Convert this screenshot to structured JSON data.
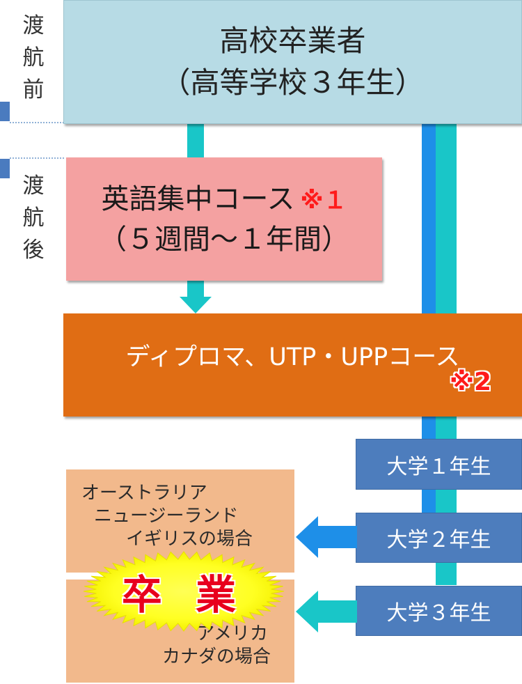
{
  "stages": {
    "before": [
      "渡",
      "航",
      "前"
    ],
    "after": [
      "渡",
      "航",
      "後"
    ]
  },
  "top_box": {
    "line1": "高校卒業者",
    "line2": "（高等学校３年生）"
  },
  "english_box": {
    "line1": "英語集中コース",
    "note": "※１",
    "line2": "（５週間〜１年間）"
  },
  "diploma_box": {
    "label": "ディプロマ、UTP・UPPコース",
    "note": "※2"
  },
  "university_years": [
    "大学１年生",
    "大学２年生",
    "大学３年生"
  ],
  "destinations": {
    "group1": [
      "オーストラリア",
      "ニュージーランド",
      "イギリスの場合"
    ],
    "group2": [
      "アメリカ",
      "カナダの場合"
    ]
  },
  "graduation_label": "卒 業",
  "colors": {
    "cyan_path": "#19c6c8",
    "blue_path": "#1e8fe8",
    "top_box": "#b7dbe5",
    "english_box": "#f4a1a1",
    "diploma_box": "#e06d14",
    "university_box": "#4d7dbd",
    "destination_box": "#f2b98c",
    "burst": "#ffff33",
    "note_red": "#ff1a1a"
  }
}
